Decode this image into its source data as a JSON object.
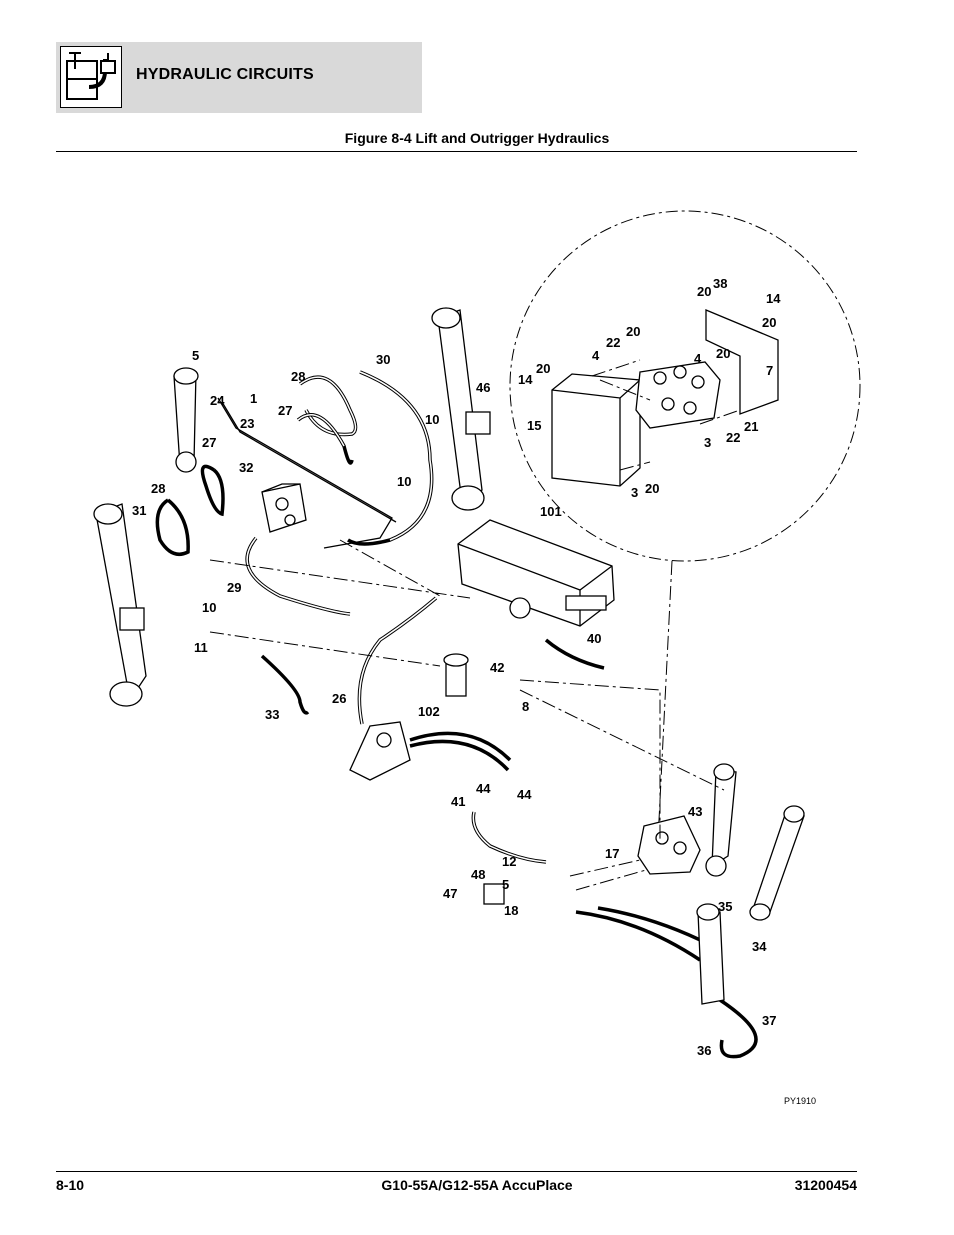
{
  "header": {
    "title": "HYDRAULIC CIRCUITS",
    "icon": "hydraulic-reservoir-icon"
  },
  "figure": {
    "title": "Figure 8-4 Lift and Outrigger Hydraulics",
    "code": "PY1910",
    "callouts": [
      "1",
      "3",
      "3",
      "4",
      "4",
      "5",
      "5",
      "7",
      "8",
      "10",
      "10",
      "10",
      "11",
      "12",
      "14",
      "14",
      "15",
      "17",
      "18",
      "20",
      "20",
      "20",
      "20",
      "20",
      "20",
      "21",
      "22",
      "22",
      "23",
      "24",
      "26",
      "27",
      "27",
      "28",
      "28",
      "29",
      "30",
      "31",
      "32",
      "33",
      "34",
      "35",
      "36",
      "37",
      "38",
      "40",
      "41",
      "42",
      "43",
      "44",
      "44",
      "46",
      "47",
      "48",
      "101",
      "102"
    ]
  },
  "footer": {
    "page": "8-10",
    "model": "G10-55A/G12-55A AccuPlace",
    "doc_number": "31200454"
  }
}
